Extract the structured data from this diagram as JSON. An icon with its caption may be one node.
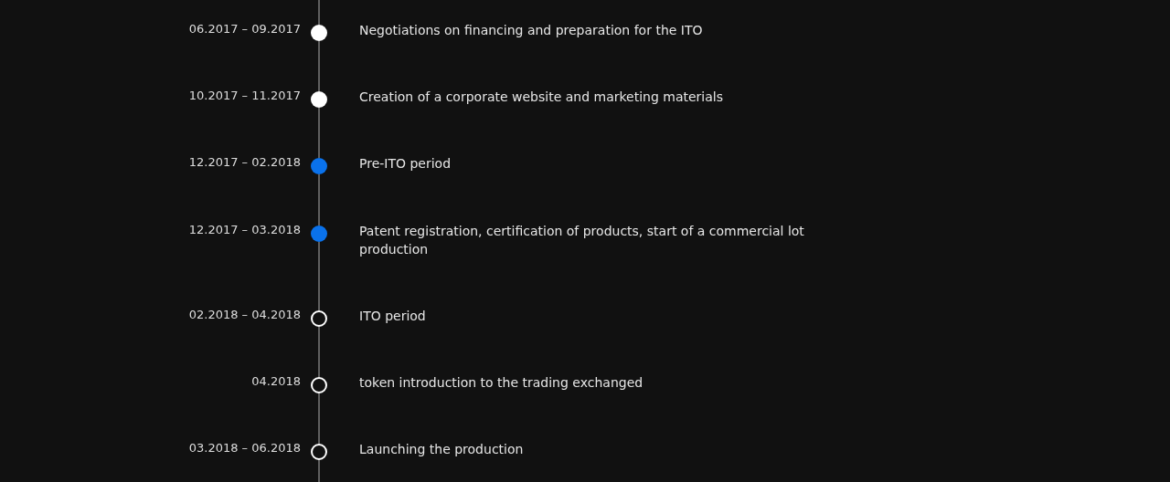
{
  "diagram": {
    "nodes": [
      {
        "text": [],
        "shape": "circle",
        "beside": [
          "06.2017 – 09.2017",
          "Negotiations on financing and preparation for the ITO"
        ]
      },
      {
        "text": [],
        "shape": "circle",
        "beside": [
          "10.2017 – 11.2017",
          "Creation of a corporate website and marketing materials"
        ]
      },
      {
        "text": [],
        "shape": "circle",
        "beside": [
          "12.2017 – 02.2018",
          "Pre-ITO period"
        ]
      },
      {
        "text": [],
        "shape": "circle",
        "beside": [
          "12.2017 – 03.2018",
          "Patent registration, certification of products, start of a commercial lot production"
        ]
      },
      {
        "text": [],
        "shape": "ring",
        "beside": [
          "02.2018 – 04.2018",
          "ITO period"
        ]
      },
      {
        "text": [],
        "shape": "ring",
        "beside": [
          "04.2018",
          "token introduction to the trading exchanged"
        ]
      },
      {
        "text": [],
        "shape": "ring",
        "beside": [
          "03.2018 – 06.2018",
          "Launching the production"
        ]
      }
    ],
    "edges": [
      {
        "from": null,
        "to": 0,
        "arrow": "none"
      },
      {
        "from": 0,
        "to": 1,
        "arrow": "none"
      },
      {
        "from": 1,
        "to": 2,
        "arrow": "none"
      },
      {
        "from": 2,
        "to": 3,
        "arrow": "none"
      },
      {
        "from": 3,
        "to": 4,
        "arrow": "none"
      },
      {
        "from": 4,
        "to": 5,
        "arrow": "none"
      },
      {
        "from": 5,
        "to": 6,
        "arrow": "none"
      },
      {
        "from": 6,
        "to": null,
        "arrow": "none"
      }
    ]
  }
}
